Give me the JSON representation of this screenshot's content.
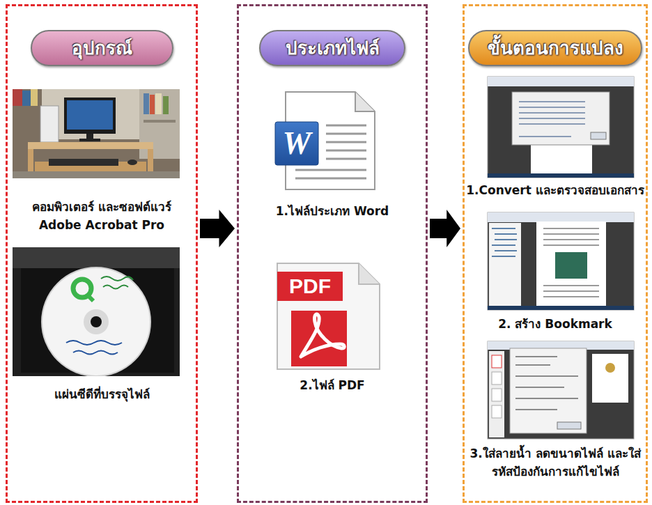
{
  "diagram": {
    "nodes": [
      {
        "text": [
          "คอมพิวเตอร์ และซอฟต์แวร์ Adobe Acrobat Pro",
          "แผ่นซีดีที่บรรจุไฟล์"
        ]
      },
      {
        "text": [
          "อุปกรณ์"
        ],
        "in": 0
      },
      {
        "text": [
          "1.ไฟล์ประเภท Word",
          "2.ไฟล์ PDF"
        ]
      },
      {
        "text": [
          "ประเภทไฟล์"
        ],
        "in": 2
      },
      {
        "text": [
          "1.Convert และตรวจสอบเอกสาร",
          "2. สร้าง Bookmark",
          "3.ใส่ลายน้ำ ลดขนาดไฟล์ และใส่รหัสป้องกันการแก้ไขไฟล์"
        ]
      },
      {
        "text": [
          "ขั้นตอนการแปลง"
        ],
        "in": 4
      }
    ],
    "edges": [
      {
        "from": 0,
        "to": 2,
        "arrow": "to"
      },
      {
        "from": 2,
        "to": 4,
        "arrow": "to"
      }
    ],
    "labels": [
      "W",
      "PDF"
    ]
  }
}
